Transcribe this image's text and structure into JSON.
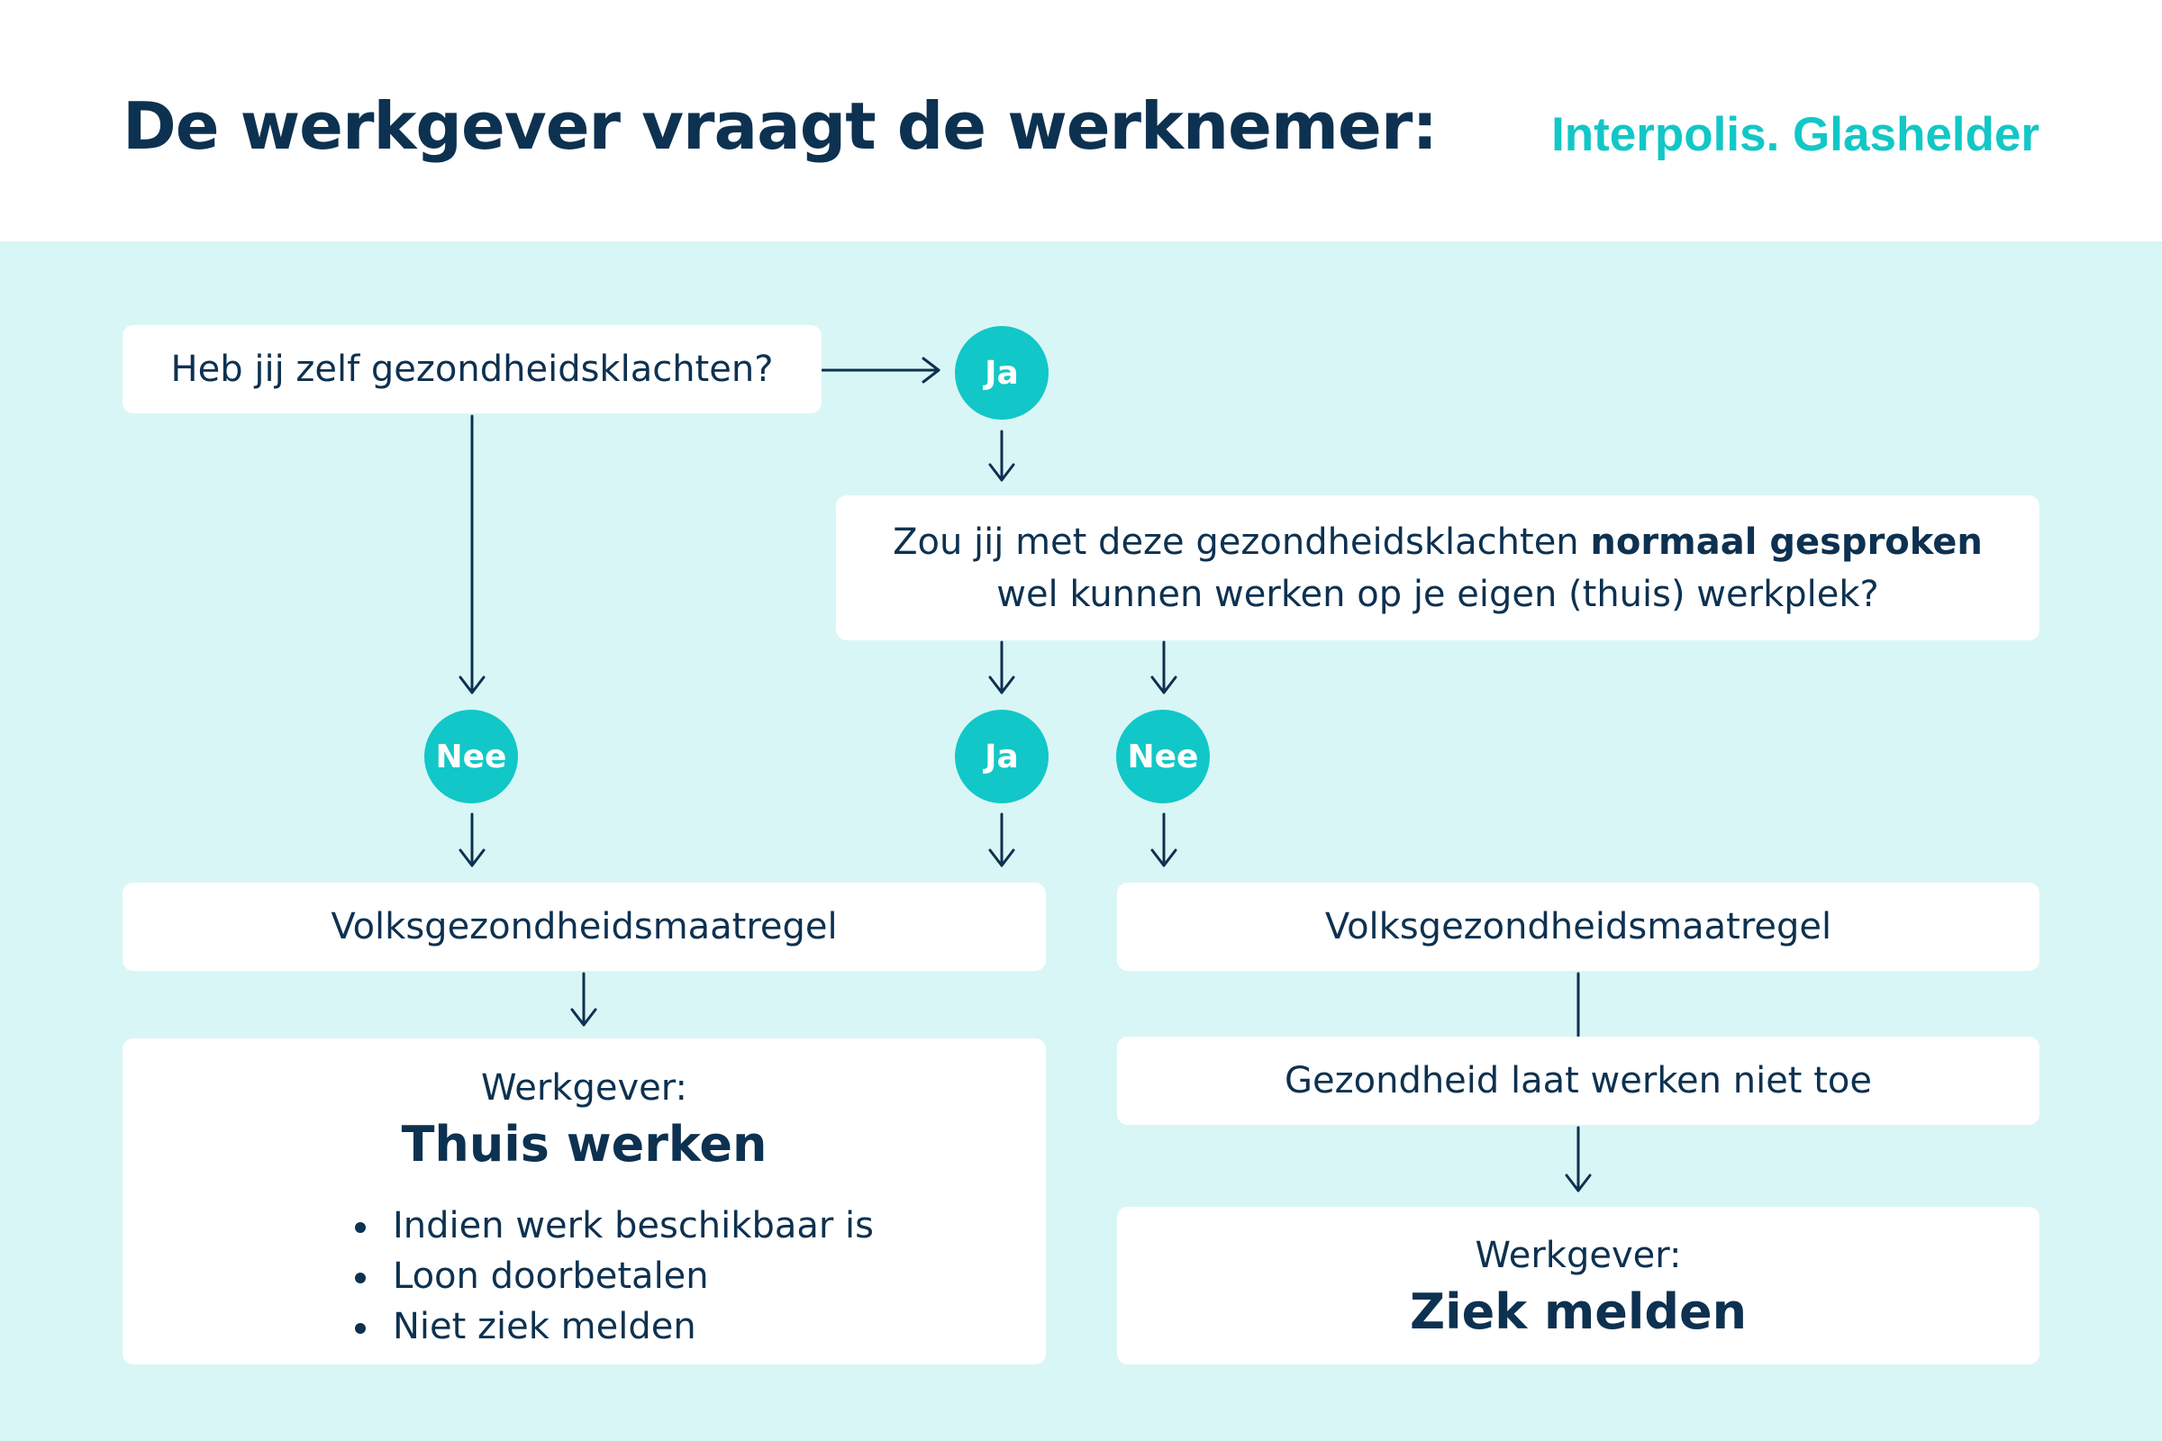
{
  "header": {
    "title": "De werkgever vraagt de werknemer:",
    "brand": "Interpolis. Glashelder"
  },
  "colors": {
    "navy": "#0d3150",
    "teal": "#12c7c7",
    "panel_bg": "#d9f6f6",
    "box_bg": "#ffffff"
  },
  "flow": {
    "question1": "Heb jij zelf gezondheidsklachten?",
    "question2": {
      "line1_prefix": "Zou jij met deze gezondheidsklachten ",
      "line1_bold": "normaal gesproken",
      "line2": "wel kunnen werken op je eigen (thuis) werkplek?"
    },
    "answer_ja_1": "Ja",
    "answer_nee_1": "Nee",
    "answer_ja_2": "Ja",
    "answer_nee_2": "Nee",
    "measure_left": "Volksgezondheidsmaatregel",
    "measure_right": "Volksgezondheidsmaatregel",
    "health_right": "Gezondheid laat werken niet toe",
    "result_left": {
      "label": "Werkgever:",
      "title": "Thuis werken",
      "bullets": [
        "Indien werk beschikbaar is",
        "Loon doorbetalen",
        "Niet ziek melden"
      ]
    },
    "result_right": {
      "label": "Werkgever:",
      "title": "Ziek melden"
    }
  }
}
